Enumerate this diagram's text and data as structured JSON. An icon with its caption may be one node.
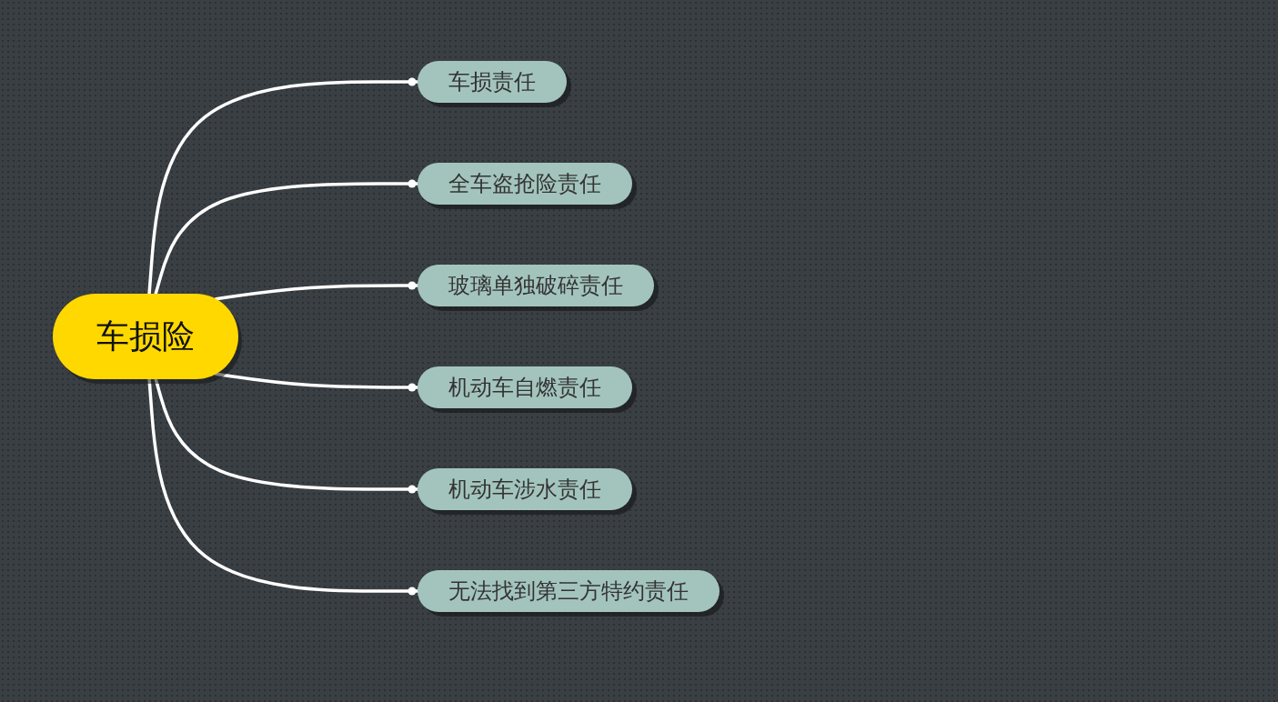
{
  "diagram": {
    "nodes": [
      {
        "text": [
          "车损险"
        ]
      },
      {
        "text": [
          "车损责任"
        ]
      },
      {
        "text": [
          "全车盗抢险责任"
        ]
      },
      {
        "text": [
          "玻璃单独破碎责任"
        ]
      },
      {
        "text": [
          "机动车自燃责任"
        ]
      },
      {
        "text": [
          "机动车涉水责任"
        ]
      },
      {
        "text": [
          "无法找到第三方特约责任"
        ]
      }
    ],
    "edges": [
      {
        "from": 0,
        "to": 1,
        "arrow": "other"
      },
      {
        "from": 0,
        "to": 2,
        "arrow": "other"
      },
      {
        "from": 0,
        "to": 3,
        "arrow": "other"
      },
      {
        "from": 0,
        "to": 4,
        "arrow": "other"
      },
      {
        "from": 0,
        "to": 5,
        "arrow": "other"
      },
      {
        "from": 0,
        "to": 6,
        "arrow": "other"
      }
    ]
  }
}
